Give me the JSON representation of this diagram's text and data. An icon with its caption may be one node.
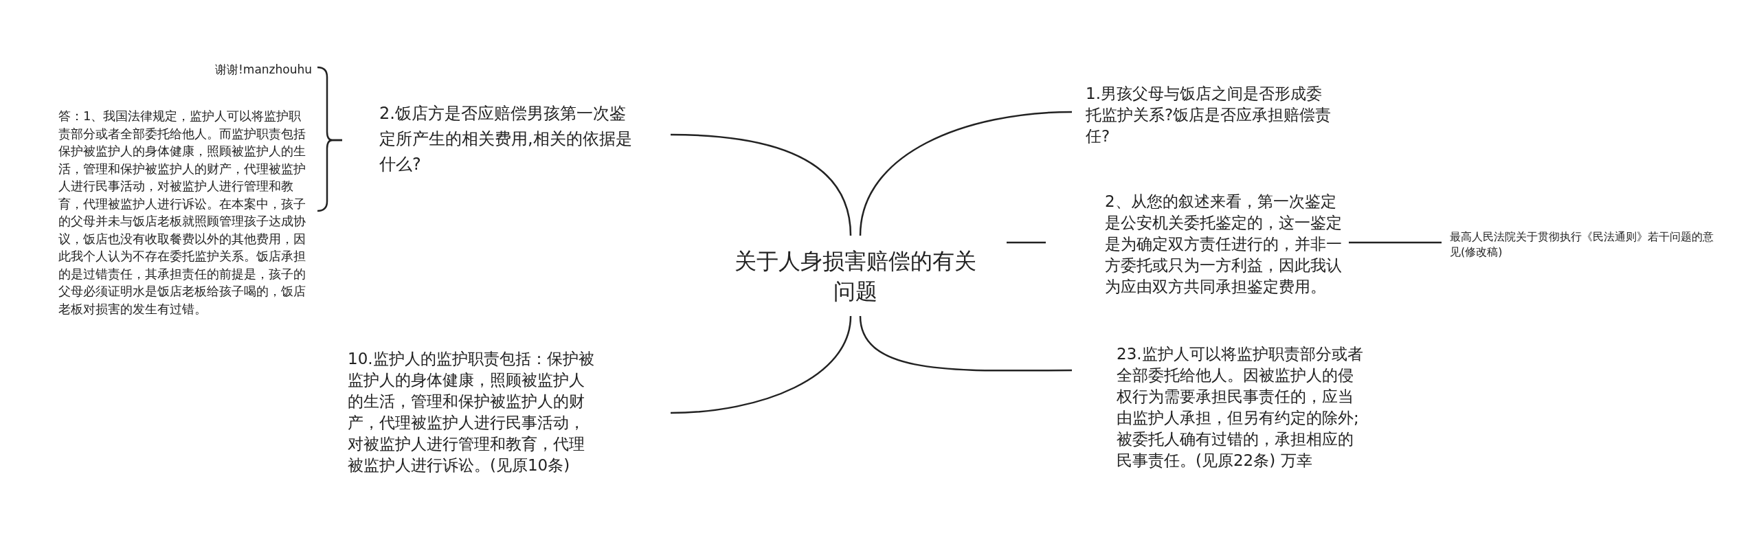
{
  "diagram": {
    "nodes": [
      {
        "text": [
          "关于人身损害赔偿的有关问题"
        ]
      },
      {
        "text": [
          "1.男孩父母与饭店之间是否形成委托监护关系?饭店是否应承担赔偿责任?"
        ]
      },
      {
        "text": [
          "2、从您的叙述来看，第一次鉴定是公安机关委托鉴定的，这一鉴定是为确定双方责任进行的，并非一方委托或只为一方利益，因此我认为应由双方共同承担鉴定费用。"
        ]
      },
      {
        "text": [
          "最高人民法院关于贯彻执行《民法通则》若干问题的意见(修改稿)"
        ]
      },
      {
        "text": [
          "23.监护人可以将监护职责部分或者全部委托给他人。因被监护人的侵权行为需要承担民事责任的，应当由监护人承担，但另有约定的除外;被委托人确有过错的，承担相应的民事责任。(见原22条) 万幸"
        ]
      },
      {
        "text": [
          "2.饭店方是否应赔偿男孩第一次鉴定所产生的相关费用,相关的依据是什么?"
        ]
      },
      {
        "text": [
          "谢谢!manzhouhu"
        ]
      },
      {
        "text": [
          "答：1、我国法律规定，监护人可以将监护职责部分或者全部委托给他人。而监护职责包括保护被监护人的身体健康，照顾被监护人的生活，管理和保护被监护人的财产，代理被监护人进行民事活动，对被监护人进行管理和教育，代理被监护人进行诉讼。在本案中，孩子的父母并未与饭店老板就照顾管理孩子达成协议，饭店也没有收取餐费以外的其他费用，因此我个人认为不存在委托监护关系。饭店承担的是过错责任，其承担责任的前提是，孩子的父母必须证明水是饭店老板给孩子喝的，饭店老板对损害的发生有过错。"
        ]
      },
      {
        "text": [
          "10.监护人的监护职责包括：保护被监护人的身体健康，照顾被监护人的生活，管理和保护被监护人的财产，代理被监护人进行民事活动，对被监护人进行管理和教育，代理被监护人进行诉讼。(见原10条)"
        ]
      }
    ],
    "edges": [
      {
        "from": 0,
        "to": 1,
        "arrow": "none"
      },
      {
        "from": 0,
        "to": 2,
        "arrow": "none"
      },
      {
        "from": 2,
        "to": 3,
        "arrow": "none"
      },
      {
        "from": 0,
        "to": 4,
        "arrow": "none"
      },
      {
        "from": 0,
        "to": 5,
        "arrow": "none"
      },
      {
        "from": 5,
        "to": 6,
        "arrow": "none"
      },
      {
        "from": 5,
        "to": 7,
        "arrow": "none"
      },
      {
        "from": 0,
        "to": 8,
        "arrow": "none"
      }
    ]
  }
}
